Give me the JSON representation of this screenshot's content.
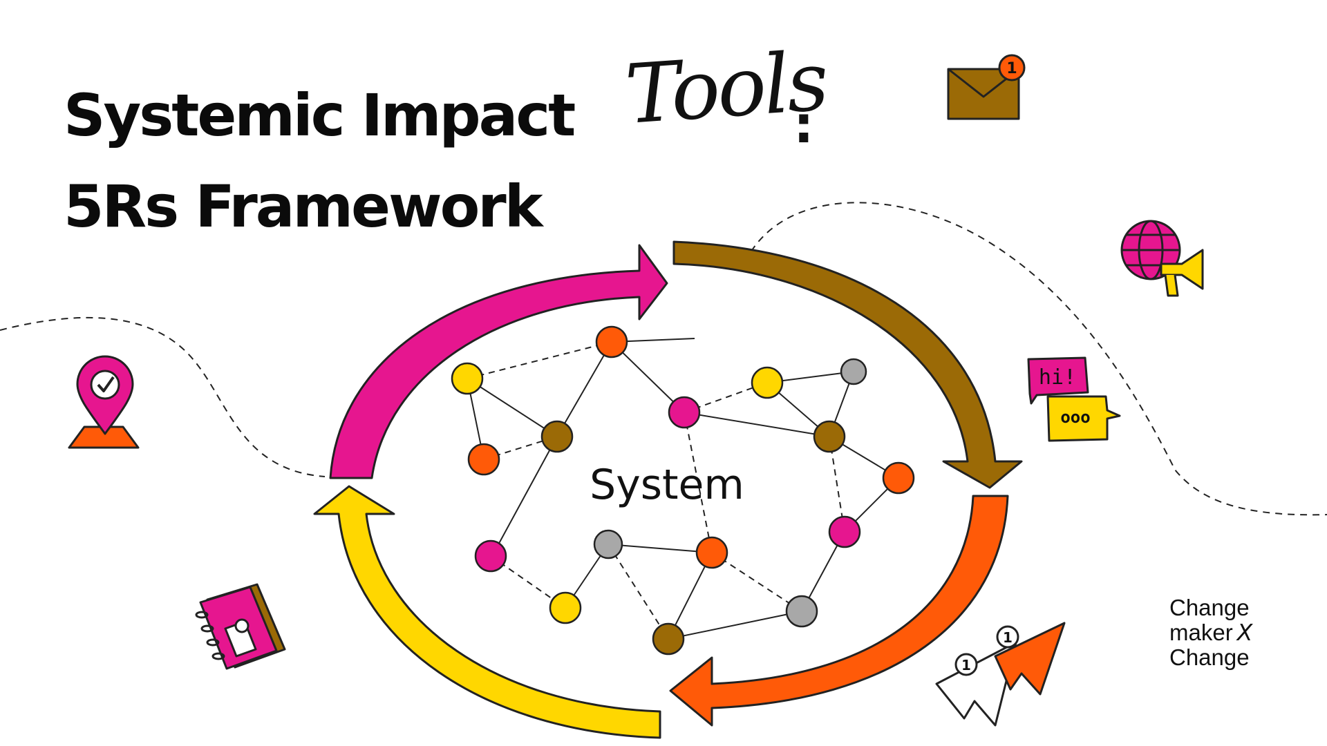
{
  "title": {
    "line1": "Systemic Impact",
    "accent": "Tools",
    "colon": ":",
    "line2": "5Rs Framework"
  },
  "diagram": {
    "center_label": "System",
    "arrow_colors": [
      "#e6168f",
      "#9b6a06",
      "#ff5a08",
      "#ffd700"
    ]
  },
  "icons": {
    "mail_badge": "1",
    "chat_hi": "hi!",
    "chat_dots": "ooo",
    "plane_badge_1": "1",
    "plane_badge_2": "1"
  },
  "brand": {
    "line1": "Change",
    "line2": "maker",
    "line2_x": "X",
    "line3": "Change"
  },
  "colors": {
    "magenta": "#e6168f",
    "brown": "#9b6a06",
    "orange": "#ff5a08",
    "yellow": "#ffd700",
    "gray": "#a8a8a8",
    "ink": "#111111"
  }
}
